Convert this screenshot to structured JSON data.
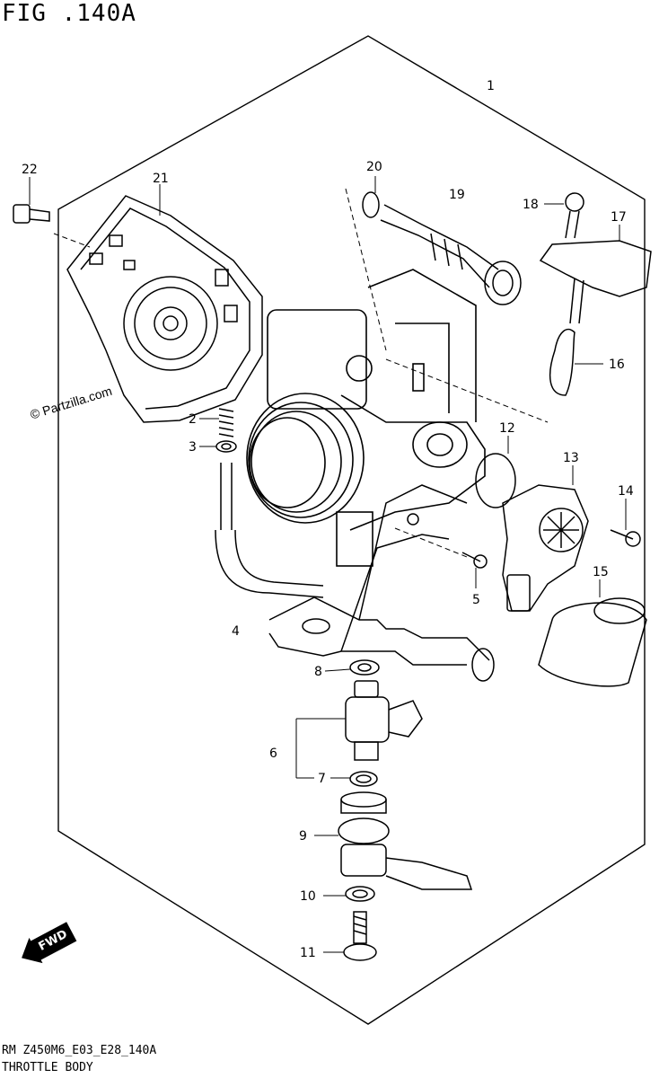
{
  "figure": {
    "title": "FIG .140A",
    "watermark": "© Partzilla.com",
    "footer_code": "RM Z450M6_E03_E28_140A",
    "footer_title": "THROTTLE BODY",
    "fwd_label": "FWD"
  },
  "callouts": [
    {
      "label": "1"
    },
    {
      "label": "2"
    },
    {
      "label": "3"
    },
    {
      "label": "4"
    },
    {
      "label": "5"
    },
    {
      "label": "6"
    },
    {
      "label": "7"
    },
    {
      "label": "8"
    },
    {
      "label": "9"
    },
    {
      "label": "10"
    },
    {
      "label": "11"
    },
    {
      "label": "12"
    },
    {
      "label": "13"
    },
    {
      "label": "14"
    },
    {
      "label": "15"
    },
    {
      "label": "16"
    },
    {
      "label": "17"
    },
    {
      "label": "18"
    },
    {
      "label": "19"
    },
    {
      "label": "20"
    },
    {
      "label": "21"
    },
    {
      "label": "22"
    }
  ]
}
